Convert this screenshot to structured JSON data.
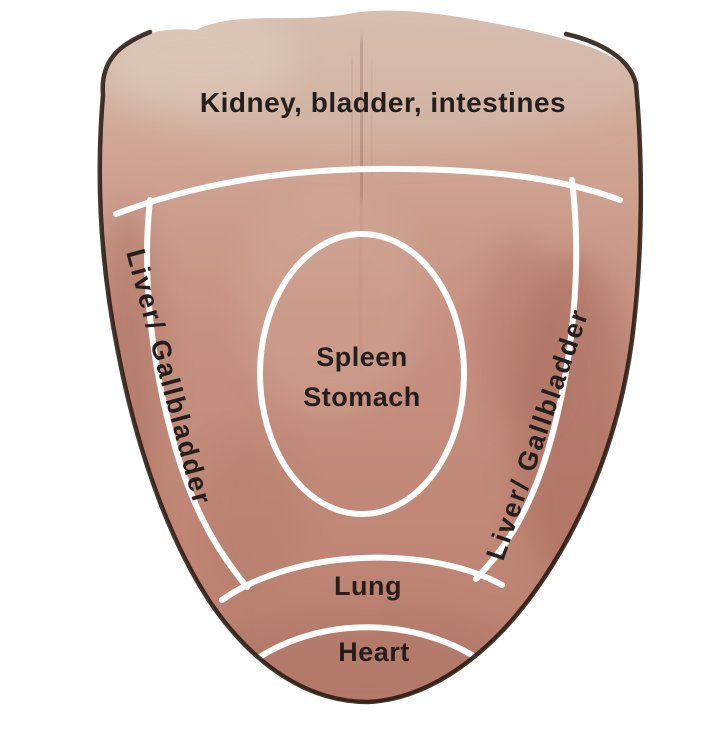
{
  "colors": {
    "background": "#ffffff",
    "divider": "#ffffff",
    "outline": "#27190f",
    "label_text": "#241e1c",
    "tongue_light": "#dcc2b1",
    "tongue_mid": "#c79181",
    "tongue_dark": "#b97f70"
  },
  "regions": {
    "back": {
      "label": "Kidney, bladder, intestines"
    },
    "left_side": {
      "label": "Liver/ Gallbladder"
    },
    "right_side": {
      "label": "Liver/ Gallbladder"
    },
    "center": {
      "label_line1": "Spleen",
      "label_line2": "Stomach"
    },
    "front": {
      "label": "Lung"
    },
    "tip": {
      "label": "Heart"
    }
  }
}
